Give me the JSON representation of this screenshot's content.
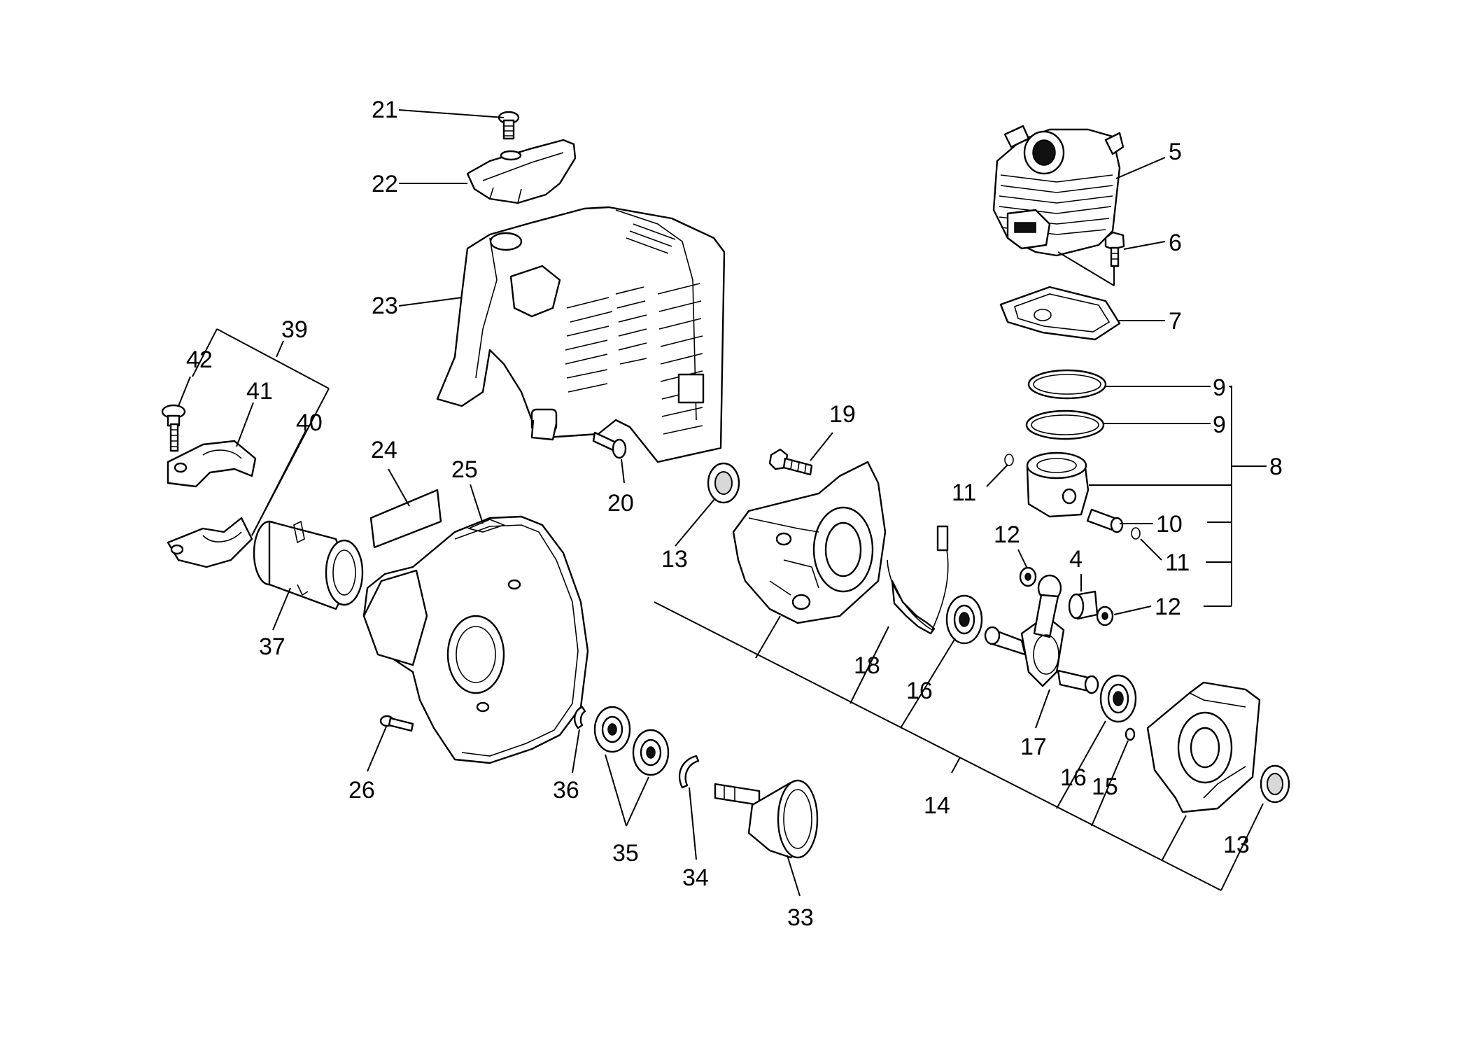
{
  "diagram": {
    "callouts": [
      "21",
      "22",
      "23",
      "5",
      "6",
      "7",
      "39",
      "42",
      "41",
      "40",
      "9",
      "9",
      "8",
      "19",
      "24",
      "25",
      "11",
      "20",
      "13",
      "10",
      "11",
      "12",
      "4",
      "12",
      "37",
      "18",
      "16",
      "17",
      "26",
      "36",
      "16",
      "15",
      "14",
      "35",
      "34",
      "13",
      "33"
    ]
  }
}
